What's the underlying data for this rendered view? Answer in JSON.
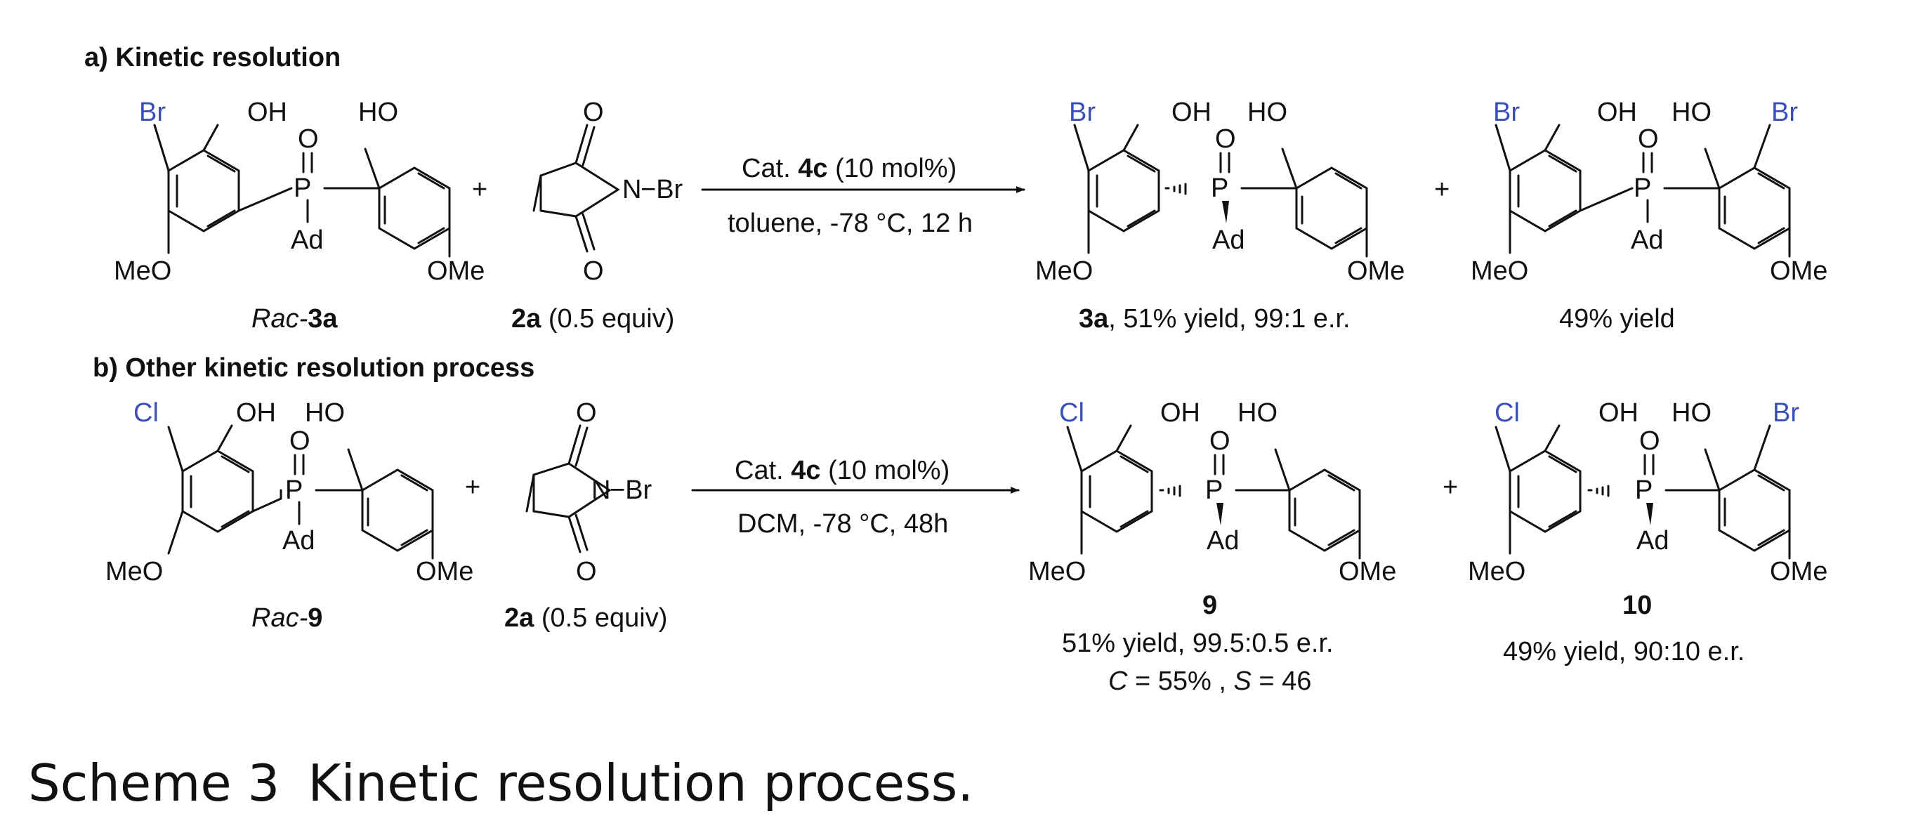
{
  "sections": {
    "a": "a) Kinetic resolution",
    "b": "b) Other kinetic resolution process"
  },
  "atoms": {
    "Br": "Br",
    "Cl": "Cl",
    "OH": "OH",
    "HO": "HO",
    "O": "O",
    "P": "P",
    "Ad": "Ad",
    "MeO": "MeO",
    "OMe": "OMe",
    "N": "N",
    "NBr": "−Br"
  },
  "plus": "+",
  "row_a": {
    "sm_prefix": "Rac-",
    "sm_bold": "3a",
    "nbs_bold": "2a",
    "nbs_rest": " (0.5 equiv)",
    "cond1_pre": "Cat. ",
    "cond1_bold": "4c",
    "cond1_post": " (10 mol%)",
    "cond2": "toluene, -78 °C, 12 h",
    "p1_bold": "3a",
    "p1_rest": ", 51% yield, 99:1 e.r.",
    "p2": "49% yield"
  },
  "row_b": {
    "sm_prefix": "Rac-",
    "sm_bold": "9",
    "nbs_bold": "2a",
    "nbs_rest": " (0.5 equiv)",
    "cond1_pre": "Cat. ",
    "cond1_bold": "4c",
    "cond1_post": " (10 mol%)",
    "cond2": "DCM, -78 °C, 48h",
    "p1_bold": "9",
    "p1_line2": "51% yield, 99.5:0.5 e.r.",
    "p1_C": "C",
    "p1_line3_mid": " = 55% , ",
    "p1_S": "S",
    "p1_line3_end": " = 46",
    "p2_bold": "10",
    "p2_line2": "49% yield, 90:10 e.r."
  },
  "caption": {
    "label": "Scheme 3",
    "text": "Kinetic resolution process."
  }
}
